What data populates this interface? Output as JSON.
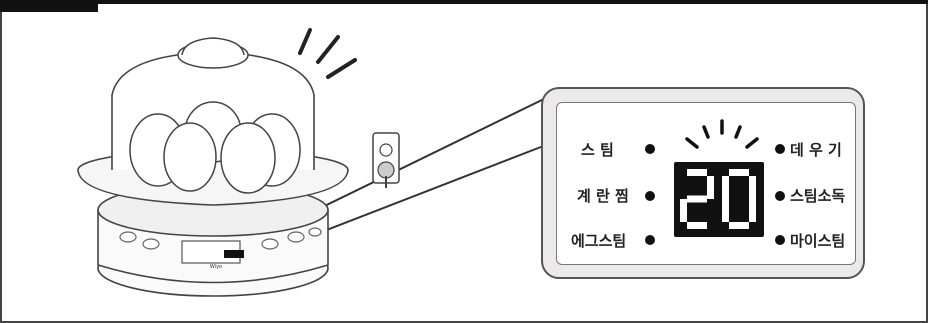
{
  "display": {
    "timer_value": "20"
  },
  "modes_left": [
    {
      "label": "스  팀"
    },
    {
      "label": "계 란 찜"
    },
    {
      "label": "에그스팀"
    }
  ],
  "modes_right": [
    {
      "label": "데 우 기"
    },
    {
      "label": "스팀소독"
    },
    {
      "label": "마이스팀"
    }
  ],
  "device": {
    "brand_label": "Wiyo"
  },
  "colors": {
    "panel_bg": "#ebe9ea",
    "lcd_bg": "#111111",
    "segment": "#ffffff"
  }
}
